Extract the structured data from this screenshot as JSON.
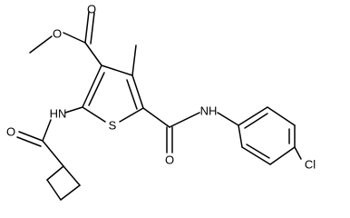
{
  "molecule": {
    "atoms": {
      "ester_O_carbonyl": "O",
      "ester_O_single": "O",
      "ring_S": "S",
      "amide_NH_left": "HN",
      "amide_O_left": "O",
      "amide_O_right": "O",
      "amide_NH_right": "NH",
      "chloro": "Cl"
    },
    "colors": {
      "bond": "#000000",
      "label": "#000000",
      "background": "#ffffff"
    }
  }
}
